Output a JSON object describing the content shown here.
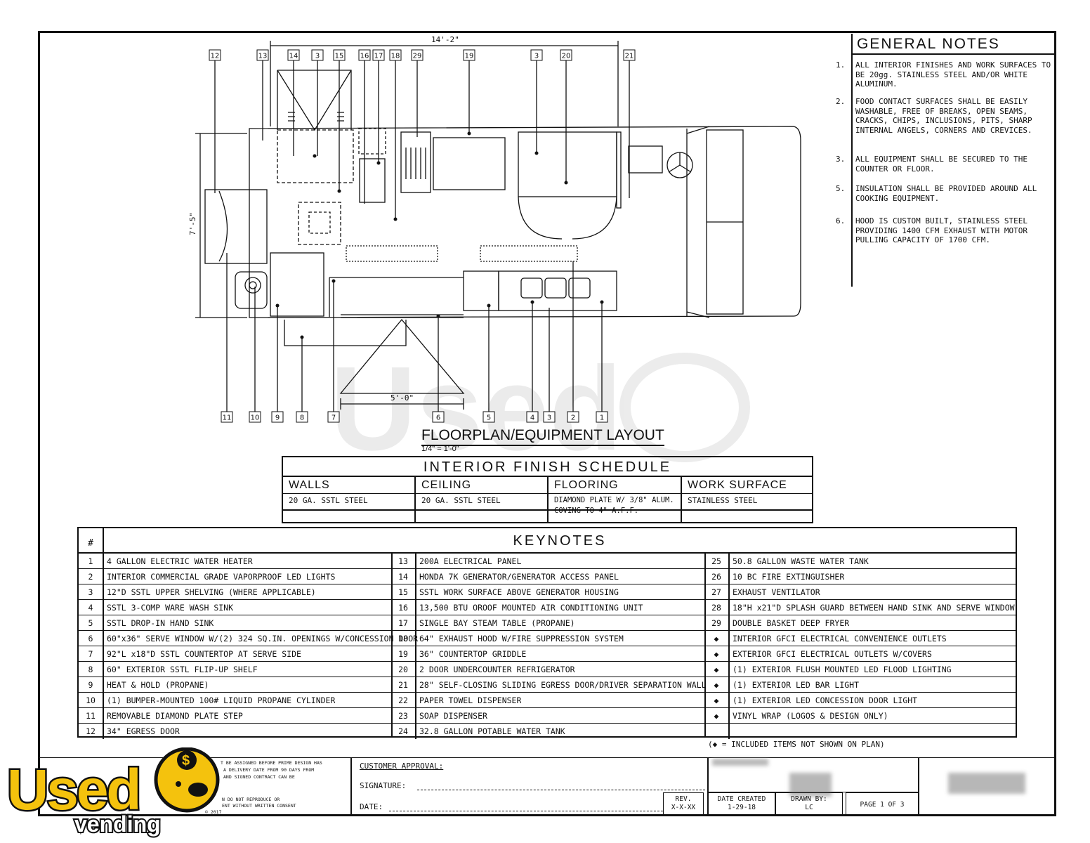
{
  "drawing": {
    "dimension_top": "14'-2\"",
    "dimension_side": "7'-5\"",
    "dimension_window": "5'-0\"",
    "top_tags": [
      "12",
      "13",
      "14",
      "3",
      "15",
      "16",
      "17",
      "18",
      "29",
      "19",
      "3",
      "20",
      "21"
    ],
    "bottom_tags": [
      "11",
      "10",
      "9",
      "8",
      "7",
      "6",
      "5",
      "4",
      "3",
      "2",
      "1"
    ]
  },
  "floorplan": {
    "title": "FLOORPLAN/EQUIPMENT LAYOUT",
    "scale": "1/4\" = 1'-0\""
  },
  "general_notes": {
    "title": "GENERAL NOTES",
    "items": [
      {
        "num": "1.",
        "text": "ALL INTERIOR FINISHES AND WORK SURFACES TO BE 20gg. STAINLESS STEEL AND/OR WHITE ALUMINUM."
      },
      {
        "num": "2.",
        "text": "FOOD CONTACT SURFACES SHALL BE EASILY WASHABLE, FREE OF BREAKS, OPEN SEAMS, CRACKS, CHIPS, INCLUSIONS, PITS, SHARP INTERNAL ANGELS, CORNERS AND CREVICES."
      },
      {
        "num": "3.",
        "text": "ALL EQUIPMENT SHALL BE SECURED TO THE COUNTER OR FLOOR."
      },
      {
        "num": "5.",
        "text": "INSULATION SHALL BE PROVIDED AROUND ALL COOKING EQUIPMENT."
      },
      {
        "num": "6.",
        "text": "HOOD IS CUSTOM BUILT, STAINLESS STEEL PROVIDING 1400 CFM EXHAUST WITH MOTOR PULLING CAPACITY OF 1700 CFM."
      }
    ]
  },
  "finish_schedule": {
    "title": "INTERIOR FINISH SCHEDULE",
    "columns": [
      {
        "header": "WALLS",
        "value": "20 GA. SSTL STEEL"
      },
      {
        "header": "CEILING",
        "value": "20 GA. SSTL STEEL"
      },
      {
        "header": "FLOORING",
        "value": "DIAMOND PLATE W/ 3/8\" ALUM. COVING TO 4\" A.F.F."
      },
      {
        "header": "WORK SURFACE",
        "value": "STAINLESS STEEL"
      }
    ]
  },
  "keynotes": {
    "hash": "#",
    "title": "KEYNOTES",
    "col1": [
      {
        "num": "1",
        "text": "4 GALLON ELECTRIC WATER HEATER"
      },
      {
        "num": "2",
        "text": "INTERIOR COMMERCIAL GRADE VAPORPROOF LED LIGHTS"
      },
      {
        "num": "3",
        "text": "12\"D SSTL UPPER SHELVING (WHERE APPLICABLE)"
      },
      {
        "num": "4",
        "text": "SSTL 3-COMP WARE WASH SINK"
      },
      {
        "num": "5",
        "text": "SSTL DROP-IN HAND SINK"
      },
      {
        "num": "6",
        "text": "60\"x36\" SERVE WINDOW W/(2) 324 SQ.IN. OPENINGS W/CONCESSION DOOR"
      },
      {
        "num": "7",
        "text": "92\"L x18\"D SSTL COUNTERTOP AT SERVE SIDE"
      },
      {
        "num": "8",
        "text": "60\" EXTERIOR SSTL FLIP-UP SHELF"
      },
      {
        "num": "9",
        "text": "HEAT & HOLD (PROPANE)"
      },
      {
        "num": "10",
        "text": "(1) BUMPER-MOUNTED 100# LIQUID PROPANE CYLINDER"
      },
      {
        "num": "11",
        "text": "REMOVABLE DIAMOND PLATE STEP"
      },
      {
        "num": "12",
        "text": "34\" EGRESS DOOR"
      }
    ],
    "col2": [
      {
        "num": "13",
        "text": "200A ELECTRICAL PANEL"
      },
      {
        "num": "14",
        "text": "HONDA 7K GENERATOR/GENERATOR ACCESS PANEL"
      },
      {
        "num": "15",
        "text": "SSTL WORK SURFACE ABOVE GENERATOR HOUSING"
      },
      {
        "num": "16",
        "text": "13,500 BTU OROOF MOUNTED AIR CONDITIONING UNIT"
      },
      {
        "num": "17",
        "text": "SINGLE BAY STEAM TABLE (PROPANE)"
      },
      {
        "num": "18",
        "text": "64\" EXHAUST HOOD W/FIRE SUPPRESSION SYSTEM"
      },
      {
        "num": "19",
        "text": "36\" COUNTERTOP GRIDDLE"
      },
      {
        "num": "20",
        "text": "2 DOOR UNDERCOUNTER REFRIGERATOR"
      },
      {
        "num": "21",
        "text": "28\" SELF-CLOSING SLIDING EGRESS DOOR/DRIVER SEPARATION WALL"
      },
      {
        "num": "22",
        "text": "PAPER TOWEL DISPENSER"
      },
      {
        "num": "23",
        "text": "SOAP DISPENSER"
      },
      {
        "num": "24",
        "text": "32.8 GALLON POTABLE WATER TANK"
      }
    ],
    "col3": [
      {
        "num": "25",
        "text": "50.8 GALLON WASTE WATER TANK"
      },
      {
        "num": "26",
        "text": "10 BC FIRE EXTINGUISHER"
      },
      {
        "num": "27",
        "text": "EXHAUST VENTILATOR"
      },
      {
        "num": "28",
        "text": "18\"H x21\"D SPLASH GUARD BETWEEN HAND SINK AND SERVE WINDOW"
      },
      {
        "num": "29",
        "text": "DOUBLE BASKET DEEP FRYER"
      },
      {
        "num": "◆",
        "text": "INTERIOR GFCI ELECTRICAL CONVENIENCE OUTLETS"
      },
      {
        "num": "◆",
        "text": "EXTERIOR GFCI ELECTRICAL OUTLETS W/COVERS"
      },
      {
        "num": "◆",
        "text": "(1) EXTERIOR FLUSH MOUNTED LED FLOOD LIGHTING"
      },
      {
        "num": "◆",
        "text": "(1) EXTERIOR LED BAR LIGHT"
      },
      {
        "num": "◆",
        "text": "(1) EXTERIOR LED CONCESSION DOOR LIGHT"
      },
      {
        "num": "◆",
        "text": "VINYL WRAP (LOGOS & DESIGN ONLY)"
      },
      {
        "num": "",
        "text": ""
      }
    ],
    "footer": "(◆ =  INCLUDED ITEMS NOT SHOWN ON PLAN)"
  },
  "title_block": {
    "fine_print": [
      "T BE ASSIGNED BEFORE PRIME DESIGN HAS",
      "A DELIVERY DATE FROM 90 DAYS FROM",
      "AND SIGNED CONTRACT CAN BE",
      "N DO NOT REPRODUCE OR",
      "ENT WITHOUT WRITTEN CONSENT",
      "© 2017"
    ],
    "customer_approval": "CUSTOMER APPROVAL:",
    "signature": "SIGNATURE:",
    "date": "DATE:",
    "rev_label": "REV.",
    "rev_value": "X-X-XX",
    "date_created_label": "DATE CREATED",
    "date_created_value": "1-29-18",
    "drawn_by_label": "DRAWN BY:",
    "drawn_by_value": "LC",
    "page": "PAGE 1 OF 3"
  },
  "logo": {
    "word": "Used",
    "sub": "vending",
    "symbol": "$"
  },
  "colors": {
    "line": "#111111",
    "logo_yellow": "#f4c20d",
    "logo_outline": "#111111",
    "watermark": "#d9d9d9"
  }
}
